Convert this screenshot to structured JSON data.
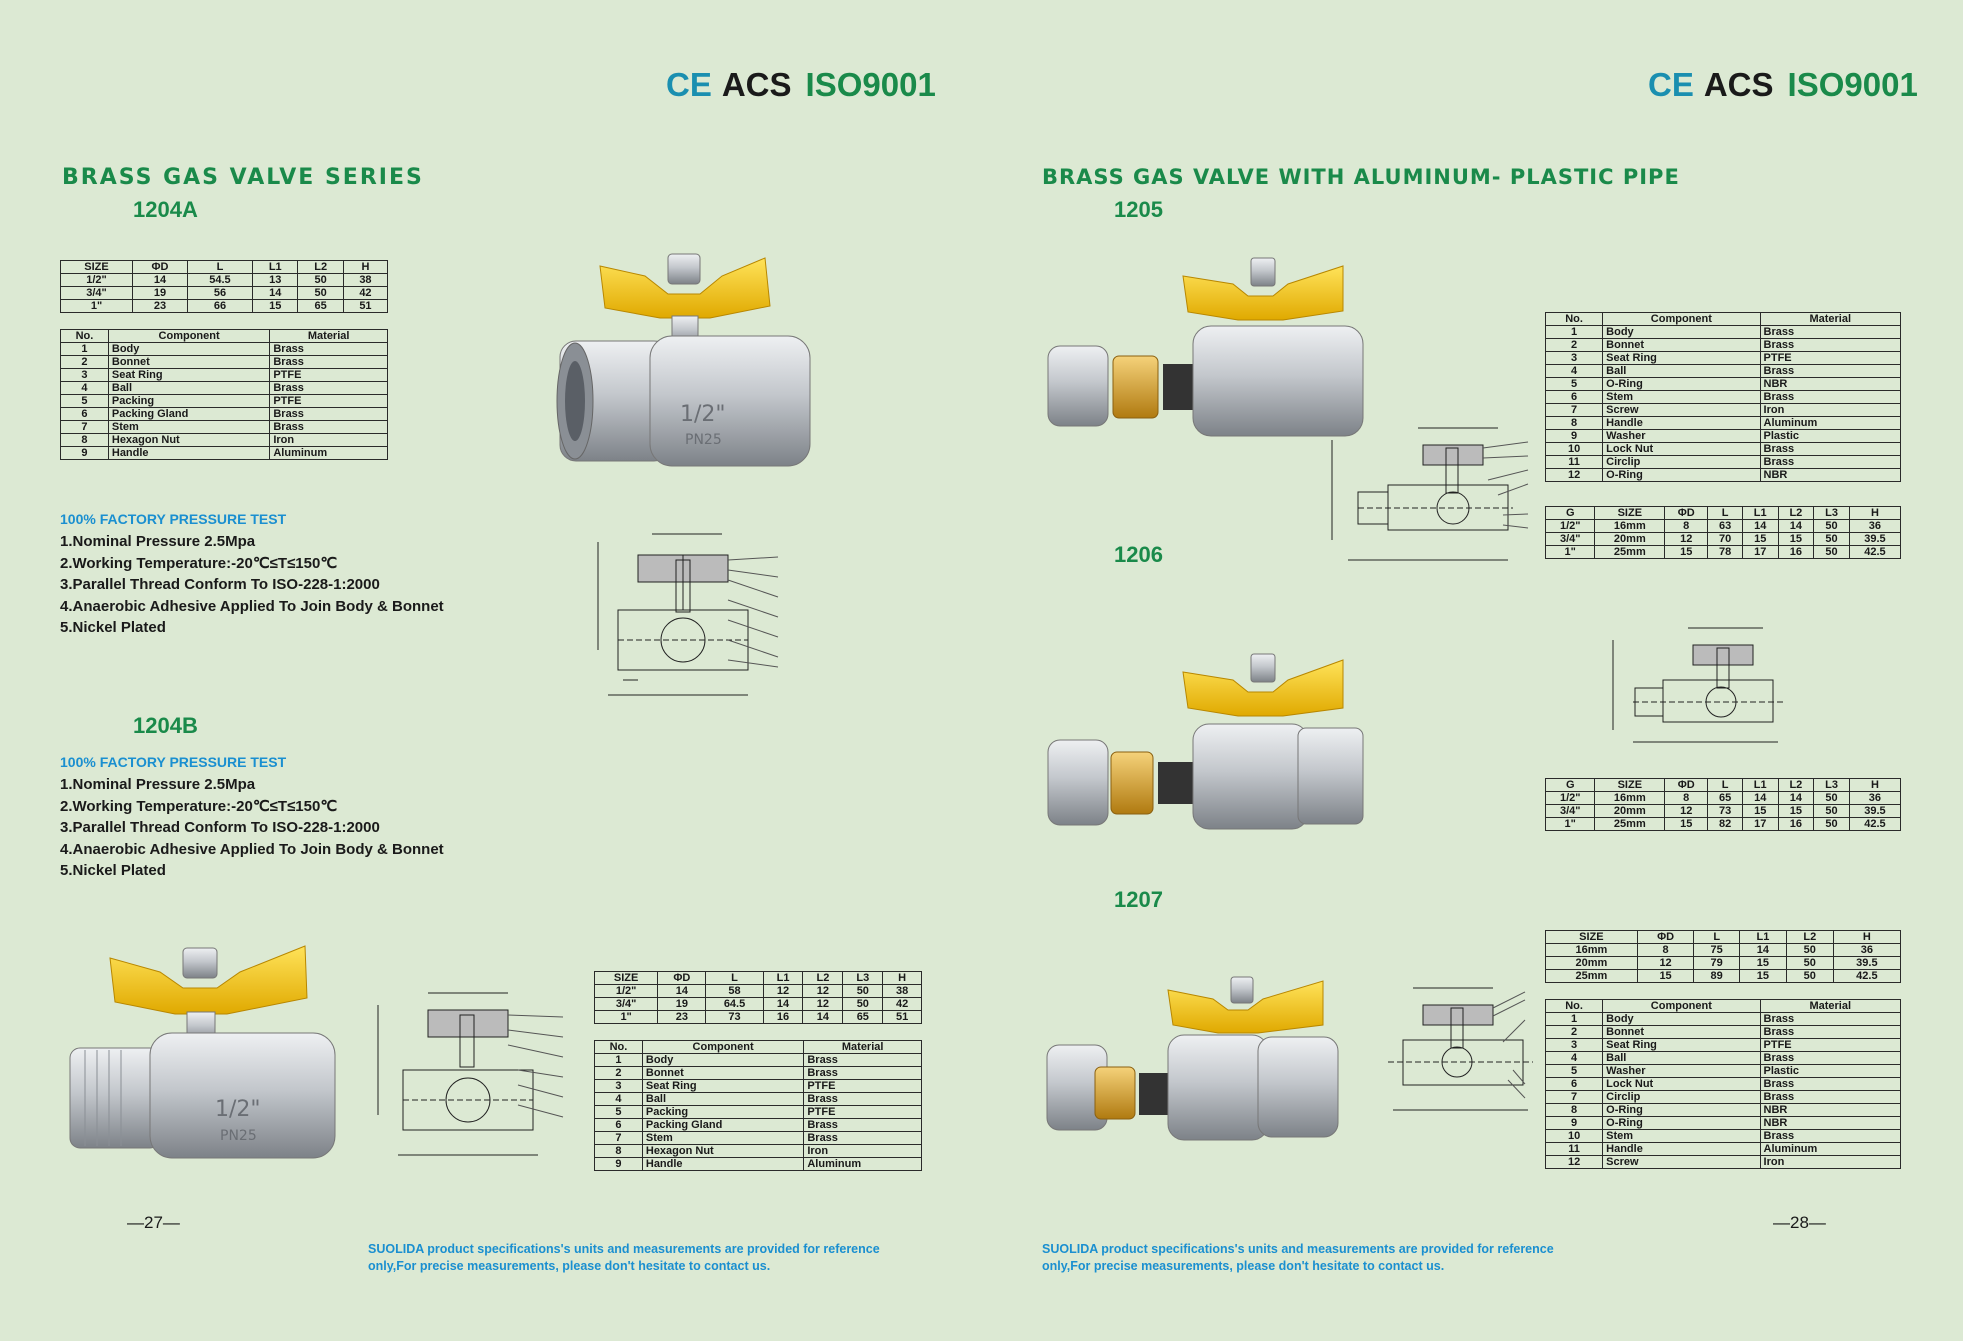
{
  "cert": {
    "ce": "CE",
    "acs": "ACS",
    "iso": "ISO9001"
  },
  "left": {
    "title": "BRASS GAS VALVE SERIES",
    "model_a": "1204A",
    "size_table_a": {
      "headers": [
        "SIZE",
        "ΦD",
        "L",
        "L1",
        "L2",
        "H"
      ],
      "rows": [
        [
          "1/2\"",
          "14",
          "54.5",
          "13",
          "50",
          "38"
        ],
        [
          "3/4\"",
          "19",
          "56",
          "14",
          "50",
          "42"
        ],
        [
          "1\"",
          "23",
          "66",
          "15",
          "65",
          "51"
        ]
      ]
    },
    "component_table_a": {
      "headers": [
        "No.",
        "Component",
        "Material"
      ],
      "rows": [
        [
          "1",
          "Body",
          "Brass"
        ],
        [
          "2",
          "Bonnet",
          "Brass"
        ],
        [
          "3",
          "Seat Ring",
          "PTFE"
        ],
        [
          "4",
          "Ball",
          "Brass"
        ],
        [
          "5",
          "Packing",
          "PTFE"
        ],
        [
          "6",
          "Packing Gland",
          "Brass"
        ],
        [
          "7",
          "Stem",
          "Brass"
        ],
        [
          "8",
          "Hexagon Nut",
          "Iron"
        ],
        [
          "9",
          "Handle",
          "Aluminum"
        ]
      ]
    },
    "pressure_test": "100% FACTORY PRESSURE TEST",
    "specs_a": [
      "1.Nominal Pressure 2.5Mpa",
      "2.Working Temperature:-20℃≤T≤150℃",
      "3.Parallel Thread Conform To ISO-228-1:2000",
      "4.Anaerobic Adhesive Applied To Join Body & Bonnet",
      "5.Nickel Plated"
    ],
    "model_b": "1204B",
    "specs_b": [
      "1.Nominal Pressure 2.5Mpa",
      "2.Working Temperature:-20℃≤T≤150℃",
      "3.Parallel Thread Conform To ISO-228-1:2000",
      "4.Anaerobic Adhesive Applied To Join Body & Bonnet",
      "5.Nickel Plated"
    ],
    "size_table_b": {
      "headers": [
        "SIZE",
        "ΦD",
        "L",
        "L1",
        "L2",
        "L3",
        "H"
      ],
      "rows": [
        [
          "1/2\"",
          "14",
          "58",
          "12",
          "12",
          "50",
          "38"
        ],
        [
          "3/4\"",
          "19",
          "64.5",
          "14",
          "12",
          "50",
          "42"
        ],
        [
          "1\"",
          "23",
          "73",
          "16",
          "14",
          "65",
          "51"
        ]
      ]
    },
    "component_table_b": {
      "headers": [
        "No.",
        "Component",
        "Material"
      ],
      "rows": [
        [
          "1",
          "Body",
          "Brass"
        ],
        [
          "2",
          "Bonnet",
          "Brass"
        ],
        [
          "3",
          "Seat Ring",
          "PTFE"
        ],
        [
          "4",
          "Ball",
          "Brass"
        ],
        [
          "5",
          "Packing",
          "PTFE"
        ],
        [
          "6",
          "Packing Gland",
          "Brass"
        ],
        [
          "7",
          "Stem",
          "Brass"
        ],
        [
          "8",
          "Hexagon Nut",
          "Iron"
        ],
        [
          "9",
          "Handle",
          "Aluminum"
        ]
      ]
    },
    "page_number": "—27—",
    "note": "SUOLIDA product specifications's units and  measurements are provided for reference only,For precise measurements, please don't hesitate to contact us."
  },
  "right": {
    "title": "BRASS GAS VALVE WITH ALUMINUM- PLASTIC PIPE",
    "model_1205": "1205",
    "component_table_1205": {
      "headers": [
        "No.",
        "Component",
        "Material"
      ],
      "rows": [
        [
          "1",
          "Body",
          "Brass"
        ],
        [
          "2",
          "Bonnet",
          "Brass"
        ],
        [
          "3",
          "Seat Ring",
          "PTFE"
        ],
        [
          "4",
          "Ball",
          "Brass"
        ],
        [
          "5",
          "O-Ring",
          "NBR"
        ],
        [
          "6",
          "Stem",
          "Brass"
        ],
        [
          "7",
          "Screw",
          "Iron"
        ],
        [
          "8",
          "Handle",
          "Aluminum"
        ],
        [
          "9",
          "Washer",
          "Plastic"
        ],
        [
          "10",
          "Lock Nut",
          "Brass"
        ],
        [
          "11",
          "Circlip",
          "Brass"
        ],
        [
          "12",
          "O-Ring",
          "NBR"
        ]
      ]
    },
    "size_table_1205": {
      "headers": [
        "G",
        "SIZE",
        "ΦD",
        "L",
        "L1",
        "L2",
        "L3",
        "H"
      ],
      "rows": [
        [
          "1/2\"",
          "16mm",
          "8",
          "63",
          "14",
          "14",
          "50",
          "36"
        ],
        [
          "3/4\"",
          "20mm",
          "12",
          "70",
          "15",
          "15",
          "50",
          "39.5"
        ],
        [
          "1\"",
          "25mm",
          "15",
          "78",
          "17",
          "16",
          "50",
          "42.5"
        ]
      ]
    },
    "model_1206": "1206",
    "size_table_1206": {
      "headers": [
        "G",
        "SIZE",
        "ΦD",
        "L",
        "L1",
        "L2",
        "L3",
        "H"
      ],
      "rows": [
        [
          "1/2\"",
          "16mm",
          "8",
          "65",
          "14",
          "14",
          "50",
          "36"
        ],
        [
          "3/4\"",
          "20mm",
          "12",
          "73",
          "15",
          "15",
          "50",
          "39.5"
        ],
        [
          "1\"",
          "25mm",
          "15",
          "82",
          "17",
          "16",
          "50",
          "42.5"
        ]
      ]
    },
    "model_1207": "1207",
    "size_table_1207": {
      "headers": [
        "SIZE",
        "ΦD",
        "L",
        "L1",
        "L2",
        "H"
      ],
      "rows": [
        [
          "16mm",
          "8",
          "75",
          "14",
          "50",
          "36"
        ],
        [
          "20mm",
          "12",
          "79",
          "15",
          "50",
          "39.5"
        ],
        [
          "25mm",
          "15",
          "89",
          "15",
          "50",
          "42.5"
        ]
      ]
    },
    "component_table_1207": {
      "headers": [
        "No.",
        "Component",
        "Material"
      ],
      "rows": [
        [
          "1",
          "Body",
          "Brass"
        ],
        [
          "2",
          "Bonnet",
          "Brass"
        ],
        [
          "3",
          "Seat Ring",
          "PTFE"
        ],
        [
          "4",
          "Ball",
          "Brass"
        ],
        [
          "5",
          "Washer",
          "Plastic"
        ],
        [
          "6",
          "Lock Nut",
          "Brass"
        ],
        [
          "7",
          "Circlip",
          "Brass"
        ],
        [
          "8",
          "O-Ring",
          "NBR"
        ],
        [
          "9",
          "O-Ring",
          "NBR"
        ],
        [
          "10",
          "Stem",
          "Brass"
        ],
        [
          "11",
          "Handle",
          "Aluminum"
        ],
        [
          "12",
          "Screw",
          "Iron"
        ]
      ]
    },
    "page_number": "—28—",
    "note": "SUOLIDA product specifications's units and  measurements are provided for reference only,For precise measurements, please don't hesitate to contact us."
  },
  "valve_text": {
    "size_mark": "1/2\"",
    "pn_mark": "PN25"
  },
  "colors": {
    "background": "#dce9d3",
    "green": "#1a8a4a",
    "blue": "#1a8fd0",
    "handle": "#f2c81a",
    "nickel": "#c9ccd0",
    "brass": "#d8a52a"
  }
}
